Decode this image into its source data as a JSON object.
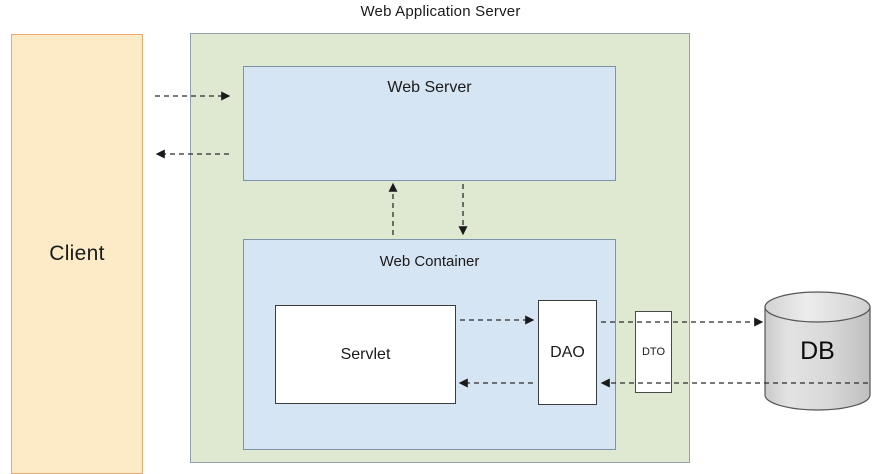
{
  "diagram": {
    "title": "Web Application Server",
    "nodes": {
      "client": {
        "label": "Client",
        "fill": "#FDEBC8",
        "stroke": "#E8A972"
      },
      "was": {
        "label": "Web Application Server",
        "fill": "#DFE9D2",
        "stroke": "#93A3AE"
      },
      "web_server": {
        "label": "Web Server",
        "fill": "#D6E5F3",
        "stroke": "#7D93A8"
      },
      "web_container": {
        "label": "Web Container",
        "fill": "#D6E5F3",
        "stroke": "#7D93A8"
      },
      "servlet": {
        "label": "Servlet",
        "fill": "#FFFFFF",
        "stroke": "#3C3C3C"
      },
      "dao": {
        "label": "DAO",
        "fill": "#FFFFFF",
        "stroke": "#3C3C3C"
      },
      "dto": {
        "label": "DTO",
        "fill": "#FFFFFF",
        "stroke": "#4A4A4A"
      },
      "db": {
        "label": "DB",
        "fill": "#DCDCDC",
        "stroke": "#555555"
      }
    },
    "connectors": [
      {
        "name": "client-to-web-server",
        "from": "client",
        "to": "web_server",
        "style": "dashed",
        "direction": "right"
      },
      {
        "name": "web-server-to-client",
        "from": "web_server",
        "to": "client",
        "style": "dashed",
        "direction": "left"
      },
      {
        "name": "web-container-to-web-server",
        "from": "web_container",
        "to": "web_server",
        "style": "dashed",
        "direction": "up"
      },
      {
        "name": "web-server-to-web-container",
        "from": "web_server",
        "to": "web_container",
        "style": "dashed",
        "direction": "down"
      },
      {
        "name": "servlet-to-dao",
        "from": "servlet",
        "to": "dao",
        "style": "dashed",
        "direction": "right"
      },
      {
        "name": "dao-to-servlet",
        "from": "dao",
        "to": "servlet",
        "style": "dashed",
        "direction": "left"
      },
      {
        "name": "dao-to-db",
        "from": "dao",
        "to": "db",
        "style": "dashed",
        "direction": "right"
      },
      {
        "name": "db-to-dao",
        "from": "db",
        "to": "dao",
        "style": "dashed",
        "direction": "left"
      }
    ]
  }
}
